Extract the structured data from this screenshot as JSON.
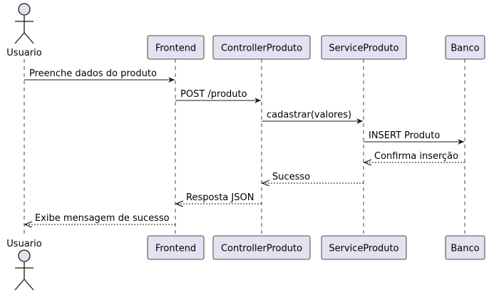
{
  "diagram": {
    "type": "sequence",
    "participants": [
      {
        "id": "usuario",
        "label": "Usuario",
        "kind": "actor"
      },
      {
        "id": "frontend",
        "label": "Frontend",
        "kind": "participant"
      },
      {
        "id": "controller",
        "label": "ControllerProduto",
        "kind": "participant"
      },
      {
        "id": "service",
        "label": "ServiceProduto",
        "kind": "participant"
      },
      {
        "id": "banco",
        "label": "Banco",
        "kind": "participant"
      }
    ],
    "messages": [
      {
        "from": "usuario",
        "to": "frontend",
        "label": "Preenche dados do produto",
        "style": "solid"
      },
      {
        "from": "frontend",
        "to": "controller",
        "label": "POST /produto",
        "style": "solid"
      },
      {
        "from": "controller",
        "to": "service",
        "label": "cadastrar(valores)",
        "style": "solid"
      },
      {
        "from": "service",
        "to": "banco",
        "label": "INSERT Produto",
        "style": "solid"
      },
      {
        "from": "banco",
        "to": "service",
        "label": "Confirma inserção",
        "style": "dashed"
      },
      {
        "from": "service",
        "to": "controller",
        "label": "Sucesso",
        "style": "dashed"
      },
      {
        "from": "controller",
        "to": "frontend",
        "label": "Resposta JSON",
        "style": "dashed"
      },
      {
        "from": "frontend",
        "to": "usuario",
        "label": "Exibe mensagem de sucesso",
        "style": "dashed"
      }
    ],
    "colors": {
      "box_fill": "#e2e2f0",
      "box_stroke": "#181818",
      "lifeline": "#181818",
      "arrow": "#181818",
      "actor_fill": "#e2e2f0"
    }
  }
}
